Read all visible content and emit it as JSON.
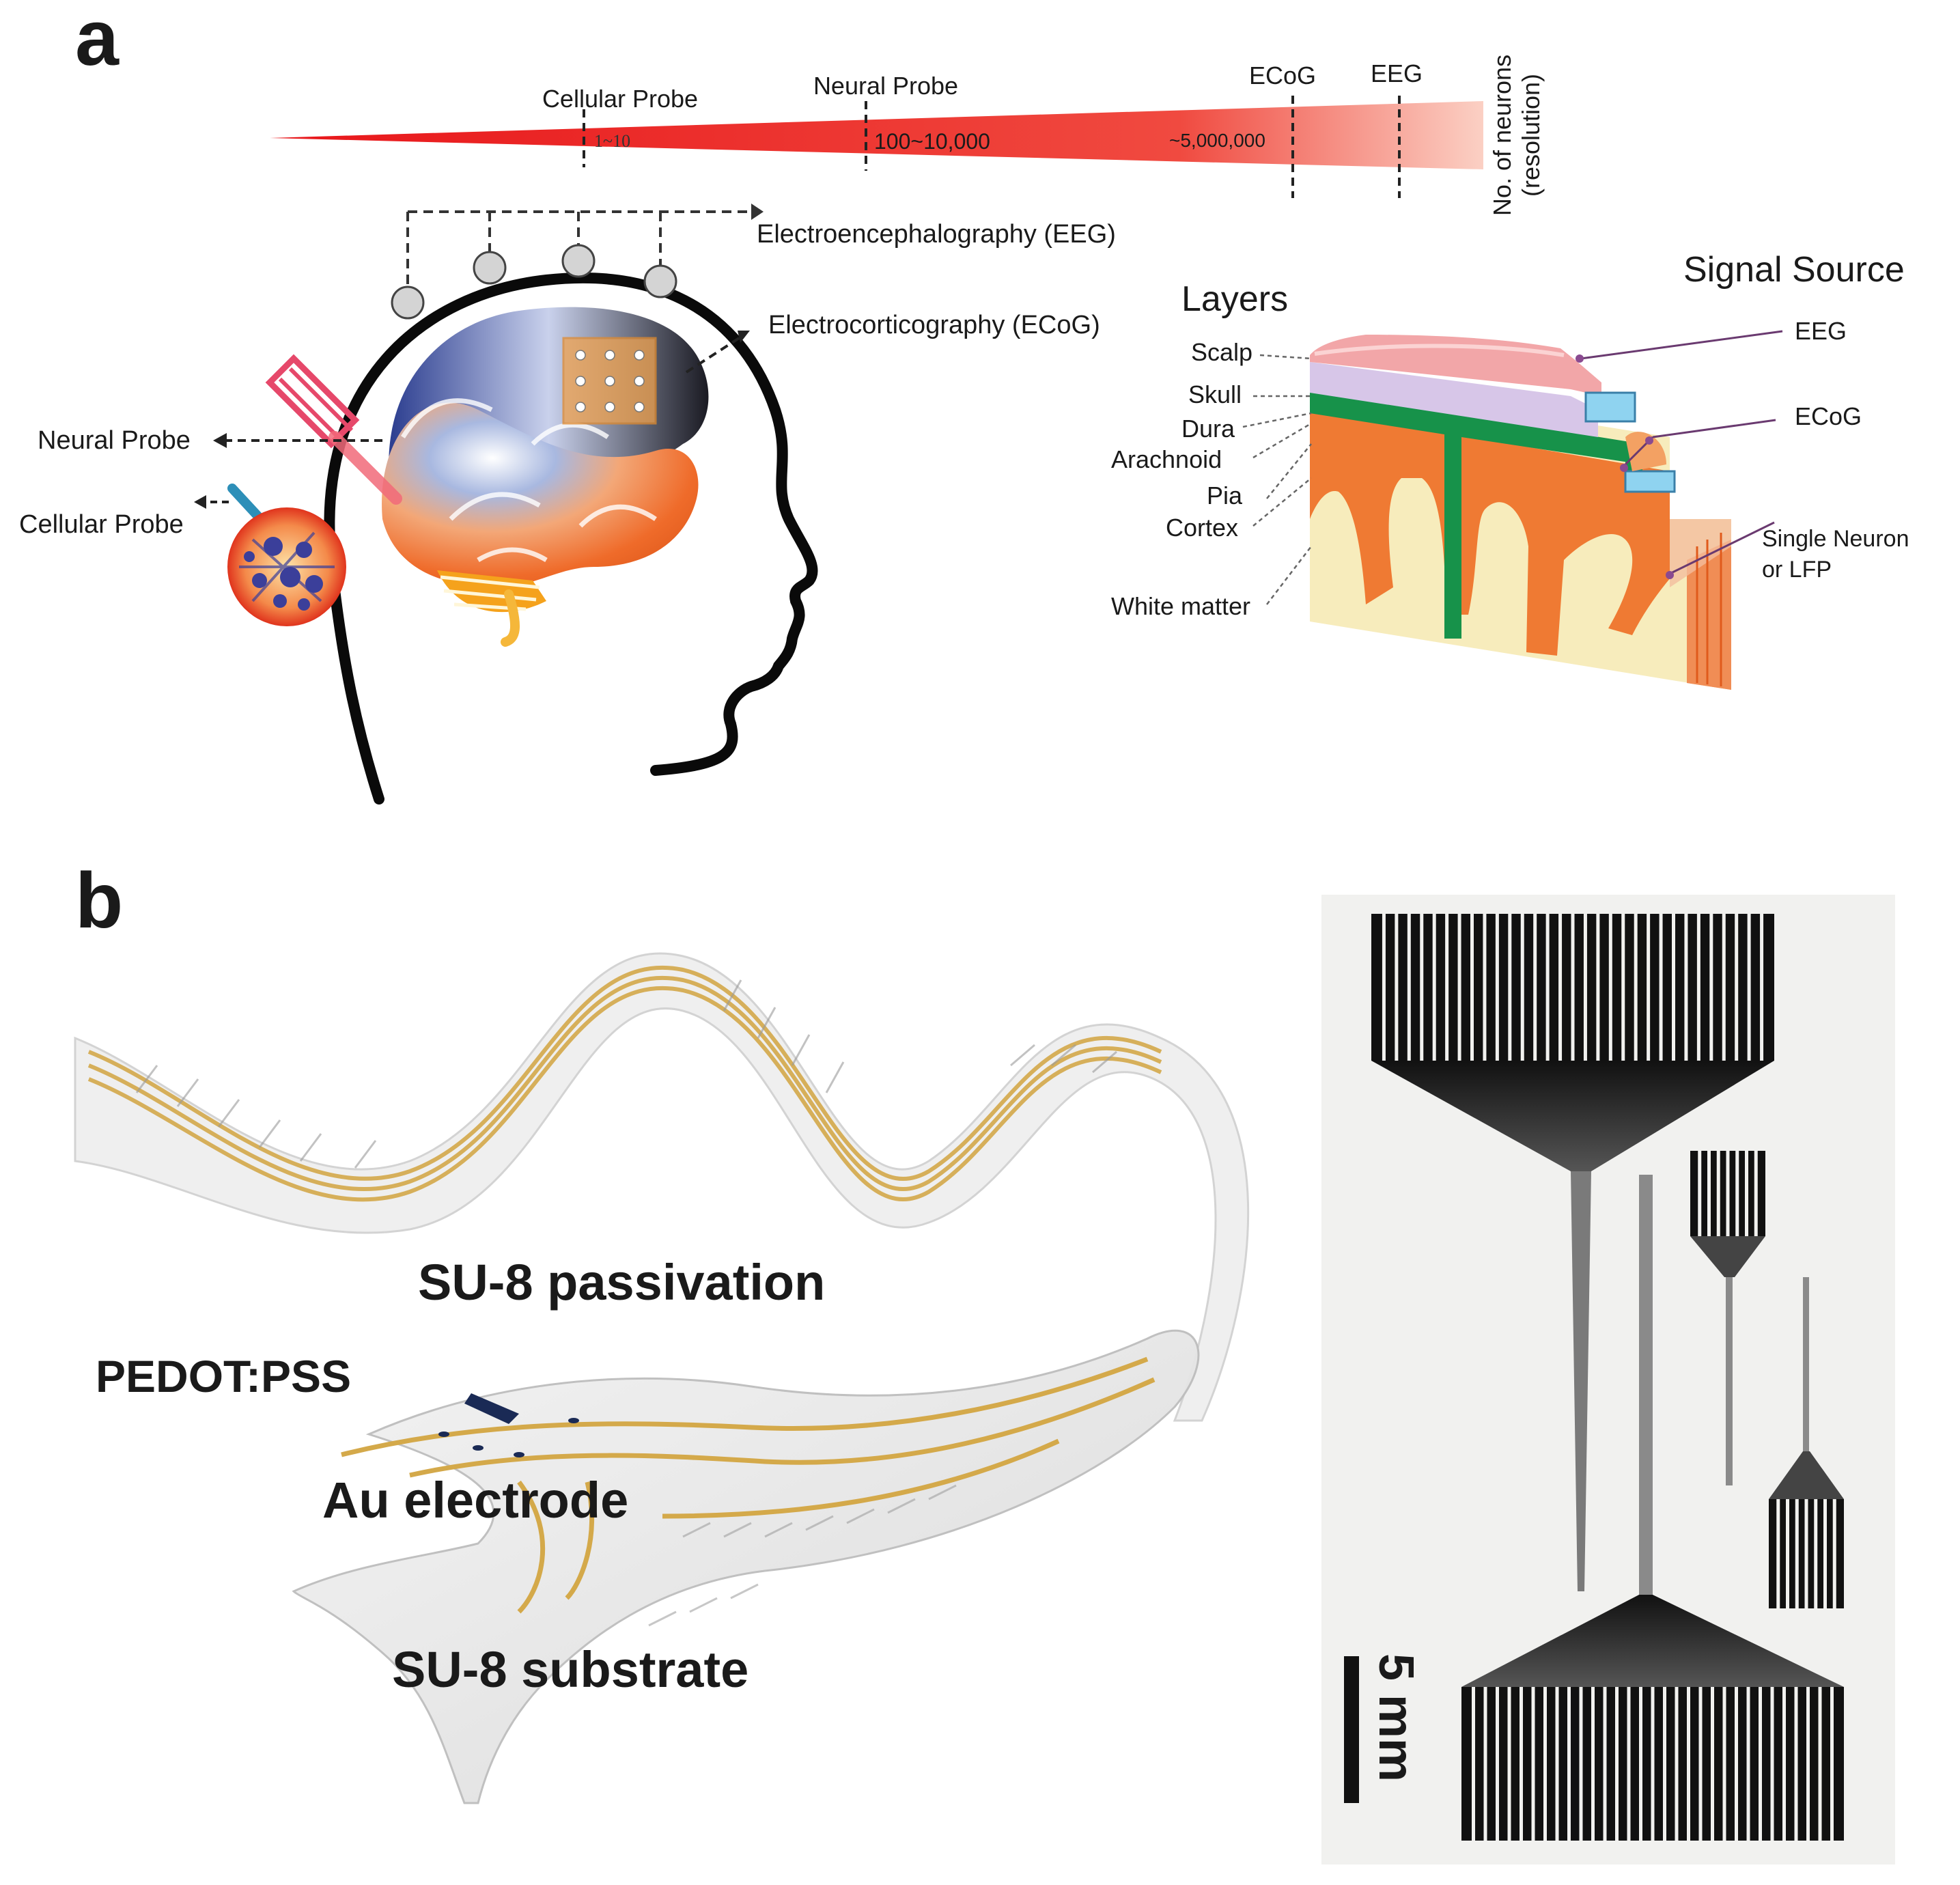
{
  "panel_a": {
    "label": "a",
    "scale": {
      "probe_cellular": "Cellular Probe",
      "probe_neural": "Neural Probe",
      "probe_ecog": "ECoG",
      "probe_eeg": "EEG",
      "count_cellular": "1~10",
      "count_neural": "100~10,000",
      "count_ecog": "~5,000,000",
      "axis_label_line1": "No. of neurons",
      "axis_label_line2": "(resolution)"
    },
    "head": {
      "eeg_label": "Electroencephalography (EEG)",
      "ecog_label": "Electrocorticography (ECoG)",
      "neural_probe_label": "Neural Probe",
      "cellular_probe_label": "Cellular Probe"
    },
    "layers": {
      "title": "Layers",
      "items": [
        "Scalp",
        "Skull",
        "Dura",
        "Arachnoid",
        "Pia",
        "Cortex",
        "White matter"
      ]
    },
    "signal_source": {
      "title": "Signal Source",
      "eeg": "EEG",
      "ecog": "ECoG",
      "single_line1": "Single Neuron",
      "single_line2": "or LFP"
    }
  },
  "panel_b": {
    "label": "b",
    "labels": {
      "passivation": "SU-8 passivation",
      "pedot": "PEDOT:PSS",
      "electrode": "Au electrode",
      "substrate": "SU-8 substrate"
    },
    "scale_bar": "5 mm"
  },
  "colors": {
    "gradient_dark": "#e8161a",
    "gold": "#d4a94a",
    "dura_green": "#17924a",
    "cortex_orange": "#ef7a33",
    "white_matter": "#f7ecbc",
    "skull_lavender": "#d7c6e8",
    "scalp_pink": "#f2a6a8",
    "ecog_blue": "#8fd3f0"
  }
}
